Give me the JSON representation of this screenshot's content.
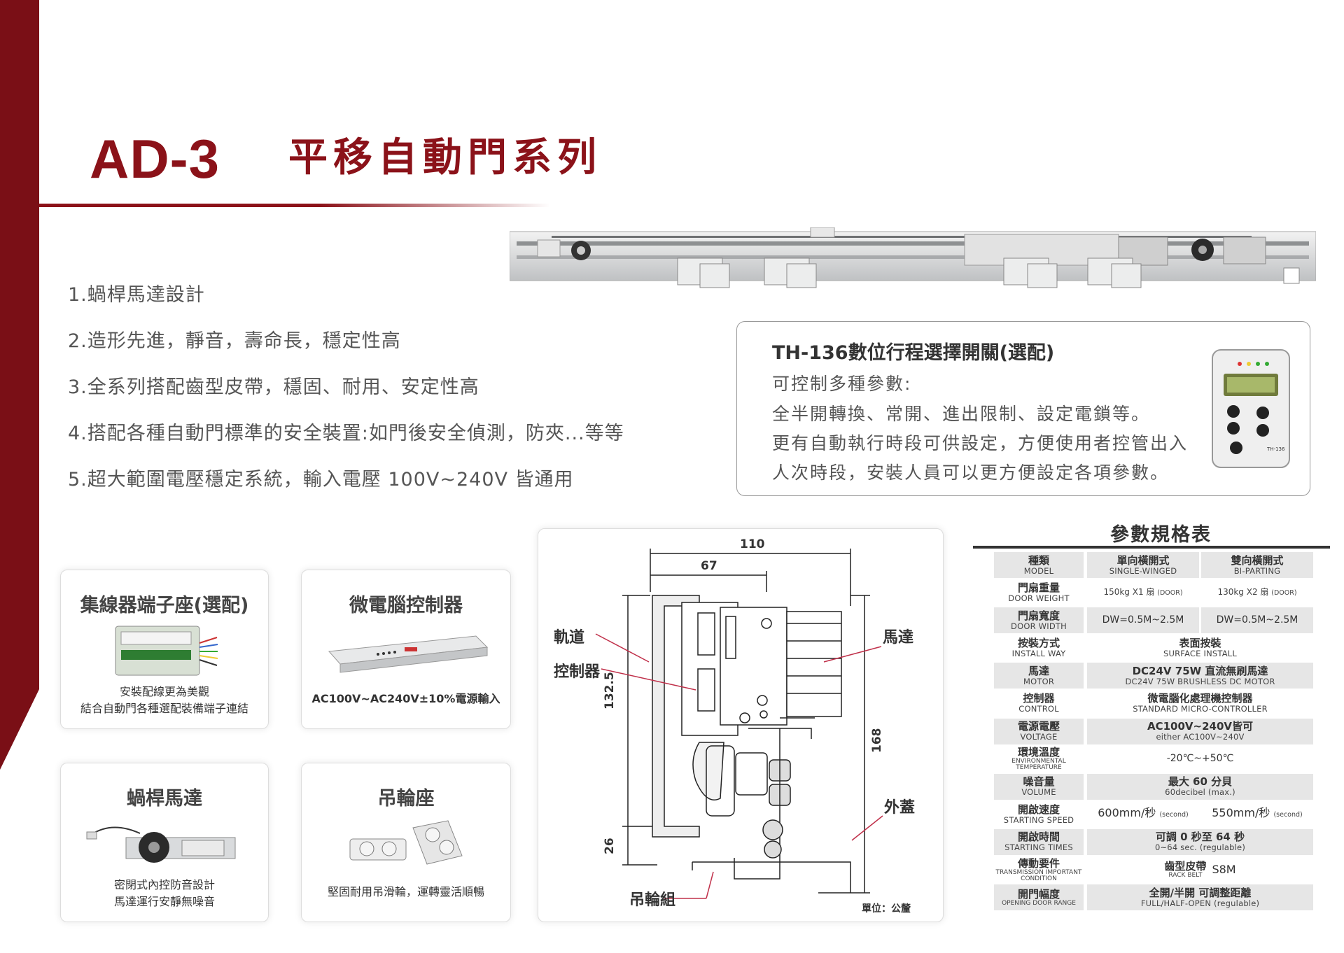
{
  "header": {
    "model": "AD-3",
    "title": "平移自動門系列"
  },
  "features": [
    "1.蝸桿馬達設計",
    "2.造形先進，靜音，壽命長，穩定性高",
    "3.全系列搭配齒型皮帶，穩固、耐用、安定性高",
    "4.搭配各種自動門標準的安全裝置:如門後安全偵測，防夾...等等",
    "5.超大範圍電壓穩定系統，輸入電壓 100V~240V 皆通用"
  ],
  "switch_box": {
    "title": "TH-136數位行程選擇開關(選配)",
    "lines": [
      "可控制多種參數:",
      "全半開轉換、常開、進出限制、設定電鎖等。",
      "更有自動執行時段可供設定，方便使用者控管出入",
      "人次時段，安裝人員可以更方便設定各項參數。"
    ],
    "device_label": "TH-136"
  },
  "cards": [
    {
      "title": "集線器端子座(選配)",
      "caption": [
        "安裝配線更為美觀",
        "結合自動門各種選配裝備端子連結"
      ]
    },
    {
      "title": "微電腦控制器",
      "caption": [
        "AC100V~AC240V±10%電源輸入"
      ]
    },
    {
      "title": "蝸桿馬達",
      "caption": [
        "密閉式內控防音設計",
        "馬達運行安靜無噪音"
      ]
    },
    {
      "title": "吊輪座",
      "caption": [
        "堅固耐用吊滑輪，運轉靈活順暢"
      ]
    }
  ],
  "diagram": {
    "labels": {
      "track": "軌道",
      "controller": "控制器",
      "motor": "馬達",
      "cover": "外蓋",
      "hanger": "吊輪組"
    },
    "dims": {
      "width_total": "110",
      "width_inner": "67",
      "height_main": "132.5",
      "height_total": "168",
      "height_bottom": "26"
    },
    "unit": "單位：公釐"
  },
  "spec": {
    "title": "參數規格表",
    "header": {
      "zh": "種類",
      "en": "MODEL",
      "a_zh": "單向橫開式",
      "a_en": "SINGLE-WINGED",
      "b_zh": "雙向橫開式",
      "b_en": "BI-PARTING"
    },
    "rows": [
      {
        "zh": "門扇重量",
        "en": "DOOR WEIGHT",
        "a": "150kg X1 扇",
        "a_sub": "(DOOR)",
        "b": "130kg X2 扇",
        "b_sub": "(DOOR)"
      },
      {
        "zh": "門扇寬度",
        "en": "DOOR WIDTH",
        "a": "DW=0.5M~2.5M",
        "b": "DW=0.5M~2.5M"
      },
      {
        "zh": "按裝方式",
        "en": "INSTALL WAY",
        "v1": "表面按裝",
        "v2": "SURFACE INSTALL"
      },
      {
        "zh": "馬達",
        "en": "MOTOR",
        "v1": "DC24V 75W  直流無刷馬達",
        "v2": "DC24V 75W BRUSHLESS DC MOTOR"
      },
      {
        "zh": "控制器",
        "en": "CONTROL",
        "v1": "微電腦化處理機控制器",
        "v2": "STANDARD  MICRO-CONTROLLER"
      },
      {
        "zh": "電源電壓",
        "en": "VOLTAGE",
        "v1": "AC100V~240V皆可",
        "v2": "either AC100V~240V"
      },
      {
        "zh": "環境溫度",
        "en": "ENVIRONMENTAL TEMPERATURE",
        "v1": "-20℃~+50℃"
      },
      {
        "zh": "噪音量",
        "en": "VOLUME",
        "v1": "最大 60 分貝",
        "v2": "60decibel (max.)"
      },
      {
        "zh": "開啟速度",
        "en": "STARTING SPEED",
        "a": "600mm/秒",
        "a_sub": "(second)",
        "b": "550mm/秒",
        "b_sub": "(second)"
      },
      {
        "zh": "開啟時間",
        "en": "STARTING TIMES",
        "v1": "可調 0 秒至 64 秒",
        "v2": "0~64 sec. (regulable)"
      },
      {
        "zh": "傳動要件",
        "en": "TRANSMISSION IMPORTANT CONDITION",
        "v1": "齒型皮帶",
        "v1_en": "RACK BELT",
        "v1_tag": "S8M"
      },
      {
        "zh": "開門幅度",
        "en": "OPENING DOOR RANGE",
        "v1": "全開/半開 可調整距離",
        "v2": "FULL/HALF-OPEN  (regulable)"
      }
    ]
  },
  "colors": {
    "brand": "#8b1219",
    "table_cell": "#e6e6e6",
    "diagram_line": "#c0304a"
  }
}
